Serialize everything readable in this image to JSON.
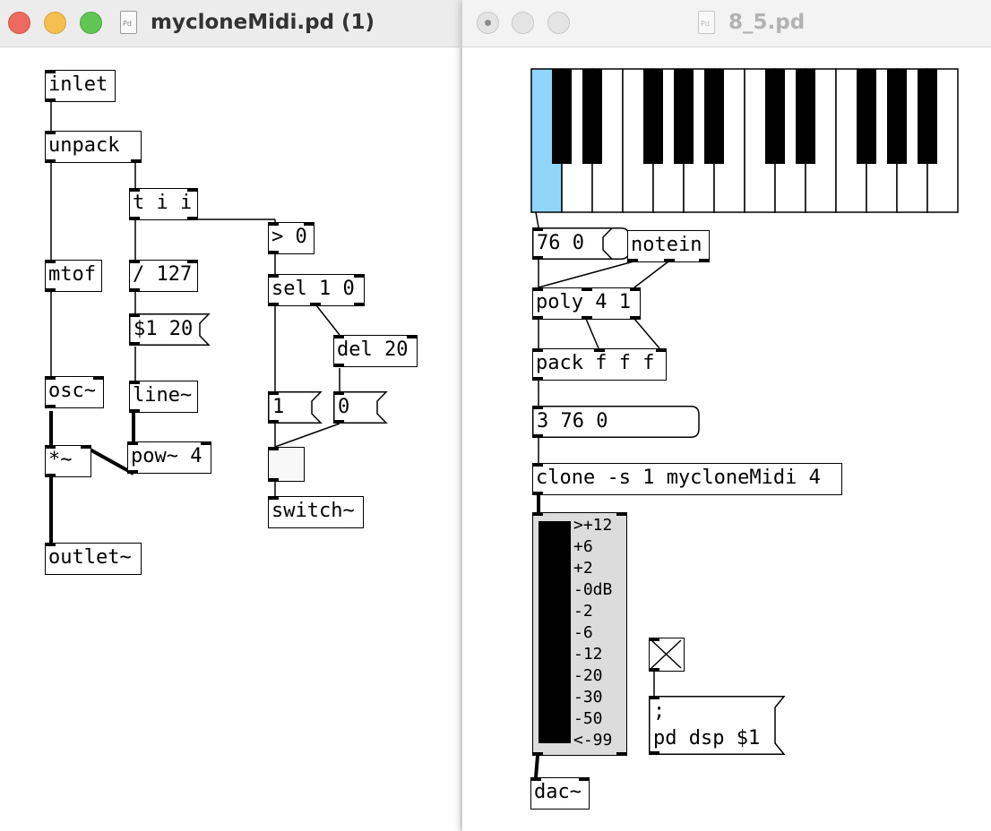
{
  "left_window": {
    "title": "mycloneMidi.pd (1)",
    "objects": {
      "inlet": "inlet",
      "unpack": "unpack",
      "trigger": "t i i",
      "greater": "> 0",
      "mtof": "mtof",
      "divide": "/ 127",
      "sel": "sel 1 0",
      "ramp_msg": "$1 20",
      "del": "del 20",
      "osc": "osc~",
      "line": "line~",
      "msg_one": "1",
      "msg_zero": "0",
      "mul": "*~",
      "pow": "pow~ 4",
      "switch": "switch~",
      "outlet": "outlet~"
    }
  },
  "right_window": {
    "title": "8_5.pd",
    "objects": {
      "note_msg": "76 0",
      "notein": "notein",
      "poly": "poly 4 1",
      "pack": "pack f f f",
      "voice_msg": "3 76 0",
      "clone": "clone -s 1 mycloneMidi 4",
      "dac": "dac~",
      "dsp_msg_line1": ";",
      "dsp_msg_line2": "pd dsp $1"
    },
    "vu_labels": [
      ">+12",
      "+6",
      "+2",
      "-0dB",
      "-2",
      "-6",
      "-12",
      "-20",
      "-30",
      "-50",
      "<-99"
    ],
    "keyboard": {
      "white_keys": 14,
      "highlight_key": 1,
      "highlight_color": "#90d5fa"
    },
    "dsp_toggle": true
  }
}
